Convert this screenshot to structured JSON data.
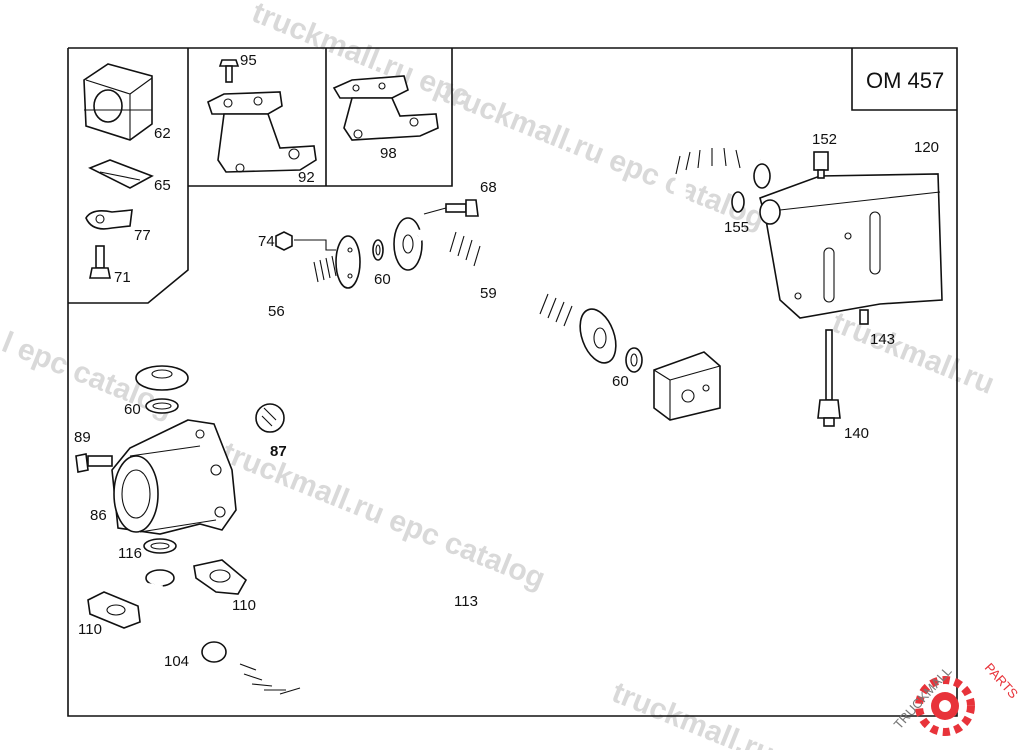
{
  "model": "OM 457",
  "watermark": {
    "text_a": "truckmall.ru",
    "text_b": "epc catalog",
    "text_c": "truckmall.ru epc catalog",
    "text_d": "l epc catalog",
    "text_e": "truckmall.ru epc",
    "logo_text_a": "TRUCKMALL",
    "logo_text_b": "PARTS",
    "logo_color": "#e8333a"
  },
  "part_numbers": {
    "p62": "62",
    "p65": "65",
    "p77": "77",
    "p71": "71",
    "p95": "95",
    "p92": "92",
    "p98": "98",
    "p74": "74",
    "p60a": "60",
    "p60b": "60",
    "p60c": "60",
    "p68": "68",
    "p59": "59",
    "p56": "56",
    "p89": "89",
    "p87": "87",
    "p86": "86",
    "p116": "116",
    "p110a": "110",
    "p110b": "110",
    "p104": "104",
    "p113": "113",
    "p152": "152",
    "p120": "120",
    "p155": "155",
    "p143": "143",
    "p140": "140"
  }
}
